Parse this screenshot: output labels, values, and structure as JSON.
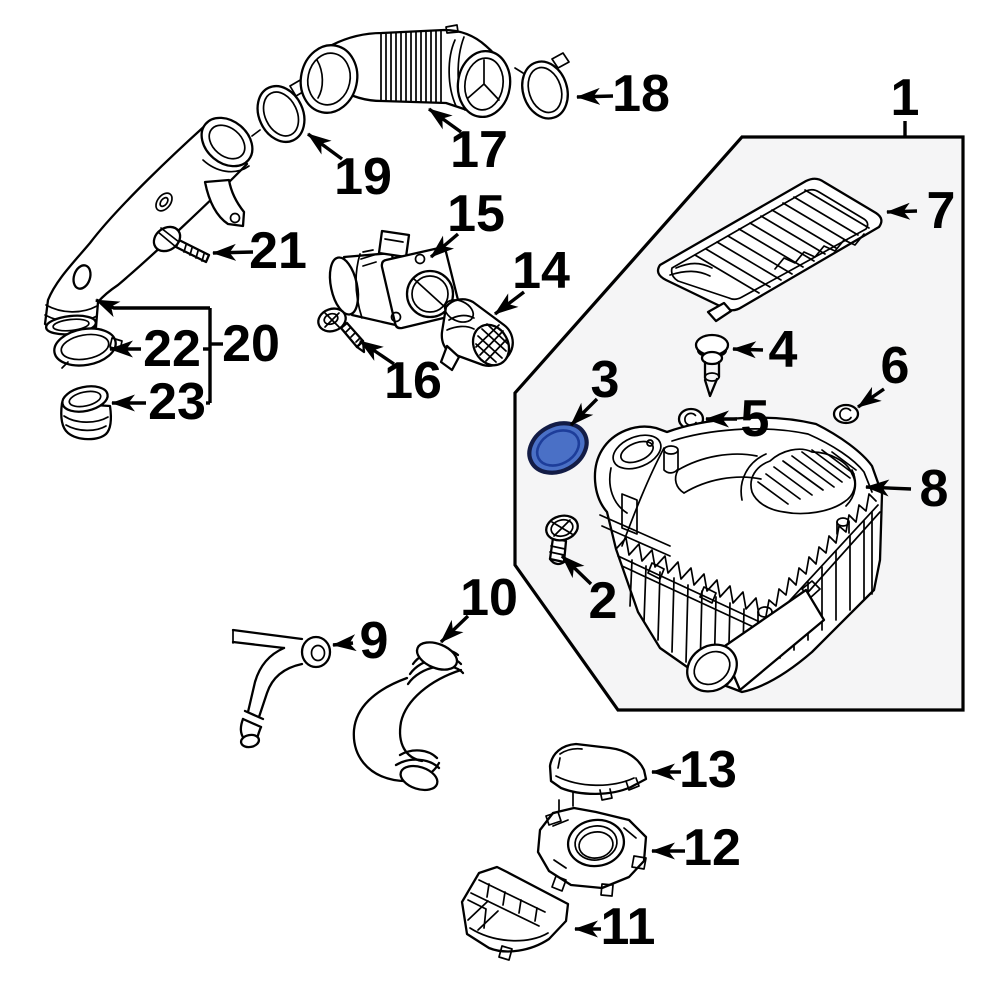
{
  "figure": {
    "type": "exploded-parts-diagram",
    "background": "#ffffff",
    "line_color": "#000000",
    "assembly_region_fill": "#f5f5f6",
    "highlight_fill": "#4a70c6",
    "highlight_stroke": "#131c46",
    "highlighted_part": "3"
  },
  "parts": [
    {
      "number": "1"
    },
    {
      "number": "2"
    },
    {
      "number": "3"
    },
    {
      "number": "4"
    },
    {
      "number": "5"
    },
    {
      "number": "6"
    },
    {
      "number": "7"
    },
    {
      "number": "8"
    },
    {
      "number": "9"
    },
    {
      "number": "10"
    },
    {
      "number": "11"
    },
    {
      "number": "12"
    },
    {
      "number": "13"
    },
    {
      "number": "14"
    },
    {
      "number": "15"
    },
    {
      "number": "16"
    },
    {
      "number": "17"
    },
    {
      "number": "18"
    },
    {
      "number": "19"
    },
    {
      "number": "20"
    },
    {
      "number": "21"
    },
    {
      "number": "22"
    },
    {
      "number": "23"
    }
  ]
}
